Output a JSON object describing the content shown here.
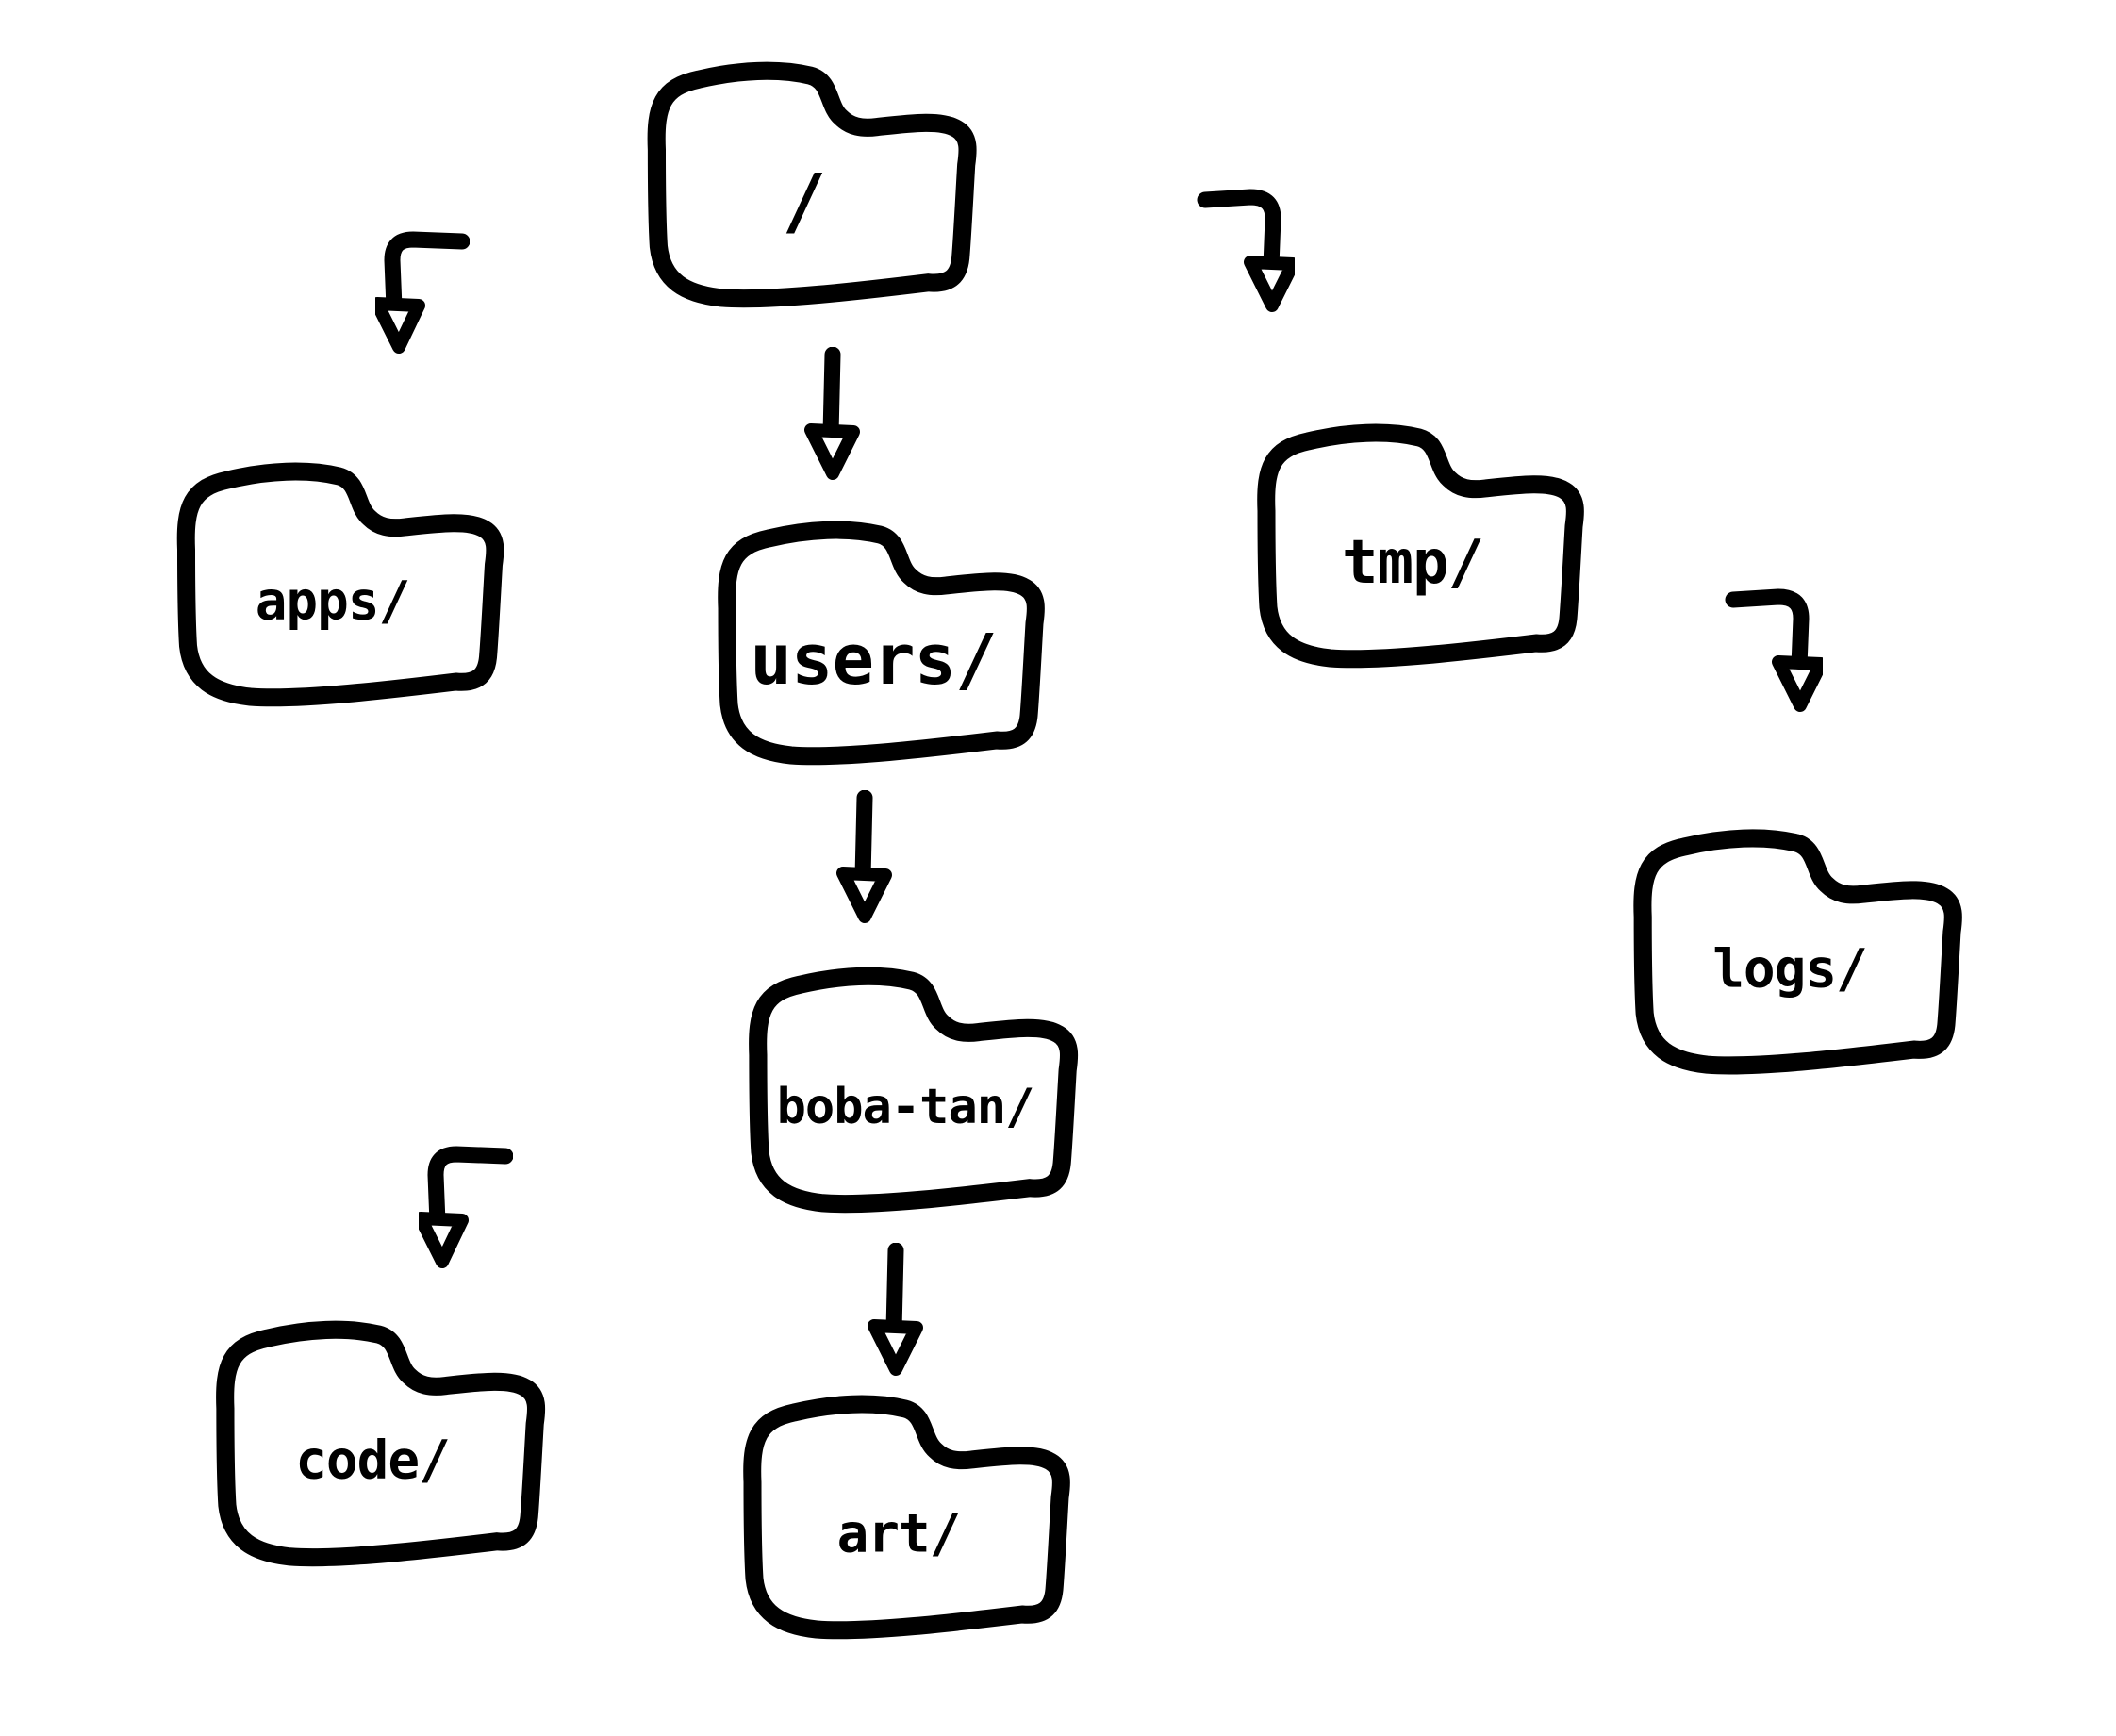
{
  "canvas": {
    "background": "#ffffff",
    "ink": "#000000",
    "style": "hand-drawn filesystem tree diagram"
  },
  "nodes": {
    "root": {
      "label": "/",
      "type": "folder"
    },
    "apps": {
      "label": "apps/",
      "type": "folder"
    },
    "users": {
      "label": "users/",
      "type": "folder"
    },
    "tmp": {
      "label": "tmp/",
      "type": "folder"
    },
    "logs": {
      "label": "logs/",
      "type": "folder"
    },
    "boba_tan": {
      "label": "boba-tan/",
      "type": "folder"
    },
    "code": {
      "label": "code/",
      "type": "folder"
    },
    "art": {
      "label": "art/",
      "type": "folder"
    }
  },
  "edges": [
    {
      "from": "/",
      "to": "apps/",
      "arrow": "elbow-down-left"
    },
    {
      "from": "/",
      "to": "users/",
      "arrow": "straight-down"
    },
    {
      "from": "/",
      "to": "tmp/",
      "arrow": "elbow-down-right"
    },
    {
      "from": "tmp/",
      "to": "logs/",
      "arrow": "elbow-down-right"
    },
    {
      "from": "users/",
      "to": "boba-tan/",
      "arrow": "straight-down"
    },
    {
      "from": "boba-tan/",
      "to": "code/",
      "arrow": "elbow-down-left"
    },
    {
      "from": "boba-tan/",
      "to": "art/",
      "arrow": "straight-down"
    }
  ]
}
